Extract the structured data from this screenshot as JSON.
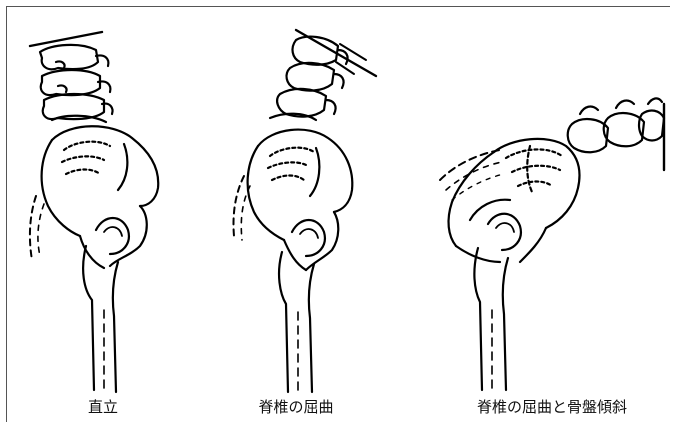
{
  "captions": {
    "upright": "直立",
    "spine_flexion": "脊椎の屈曲",
    "spine_flexion_pelvic_tilt": "脊椎の屈曲と骨盤傾斜"
  }
}
